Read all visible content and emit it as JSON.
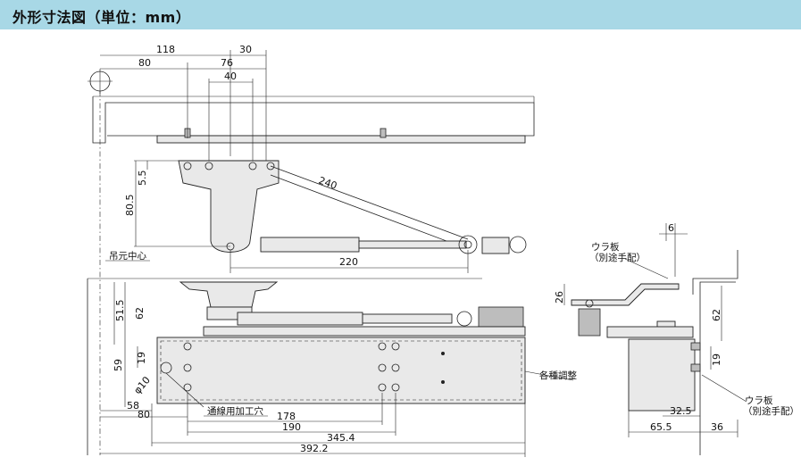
{
  "header": {
    "title": "外形寸法図（単位：mm）"
  },
  "top_view": {
    "dims": {
      "d118": "118",
      "d30": "30",
      "d80": "80",
      "d76": "76",
      "d40": "40",
      "d5_5": "5.5",
      "d80_5": "80.5",
      "d240": "240",
      "d220": "220"
    },
    "labels": {
      "hanger_center": "吊元中心"
    }
  },
  "plan_view": {
    "dims": {
      "d51_5": "51.5",
      "d62": "62",
      "d19": "19",
      "d59": "59",
      "d10": "φ10",
      "d58": "58",
      "d80": "80",
      "d178": "178",
      "d190": "190",
      "d345_4": "345.4",
      "d392_2": "392.2"
    },
    "labels": {
      "wiring_hole": "通線用加工穴",
      "adjustments": "各種調整"
    }
  },
  "side_view": {
    "dims": {
      "d6": "6",
      "d26": "26",
      "d62": "62",
      "d19": "19",
      "d32_5": "32.5",
      "d65_5": "65.5",
      "d36": "36"
    },
    "labels": {
      "backing_plate_top": "ウラ板",
      "separate_top": "（別途手配）",
      "backing_plate_bottom": "ウラ板",
      "separate_bottom": "（別途手配）"
    }
  }
}
